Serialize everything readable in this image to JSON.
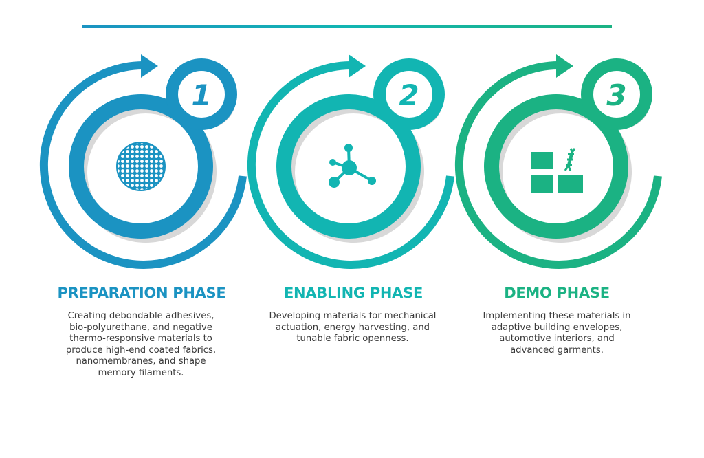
{
  "colors": {
    "phase1": "#1b93c2",
    "phase2": "#12b5b2",
    "phase3": "#1bb283",
    "shadow": "#d8d8d8",
    "text": "#3a3a3a"
  },
  "phases": [
    {
      "number": "1",
      "title": "PREPARATION PHASE",
      "description": "Creating debondable adhesives,\nbio-polyurethane, and negative\nthermo-responsive materials to\nproduce high-end coated fabrics,\nnanomembranes, and shape\nmemory filaments.",
      "icon": "golf-ball-icon"
    },
    {
      "number": "2",
      "title": "ENABLING PHASE",
      "description": "Developing materials for mechanical\nactuation, energy harvesting, and\ntunable fabric openness.",
      "icon": "molecule-network-icon"
    },
    {
      "number": "3",
      "title": "DEMO PHASE",
      "description": "Implementing these materials in\nadaptive building envelopes,\nautomotive interiors, and\nadvanced garments.",
      "icon": "blocks-dna-icon"
    }
  ]
}
